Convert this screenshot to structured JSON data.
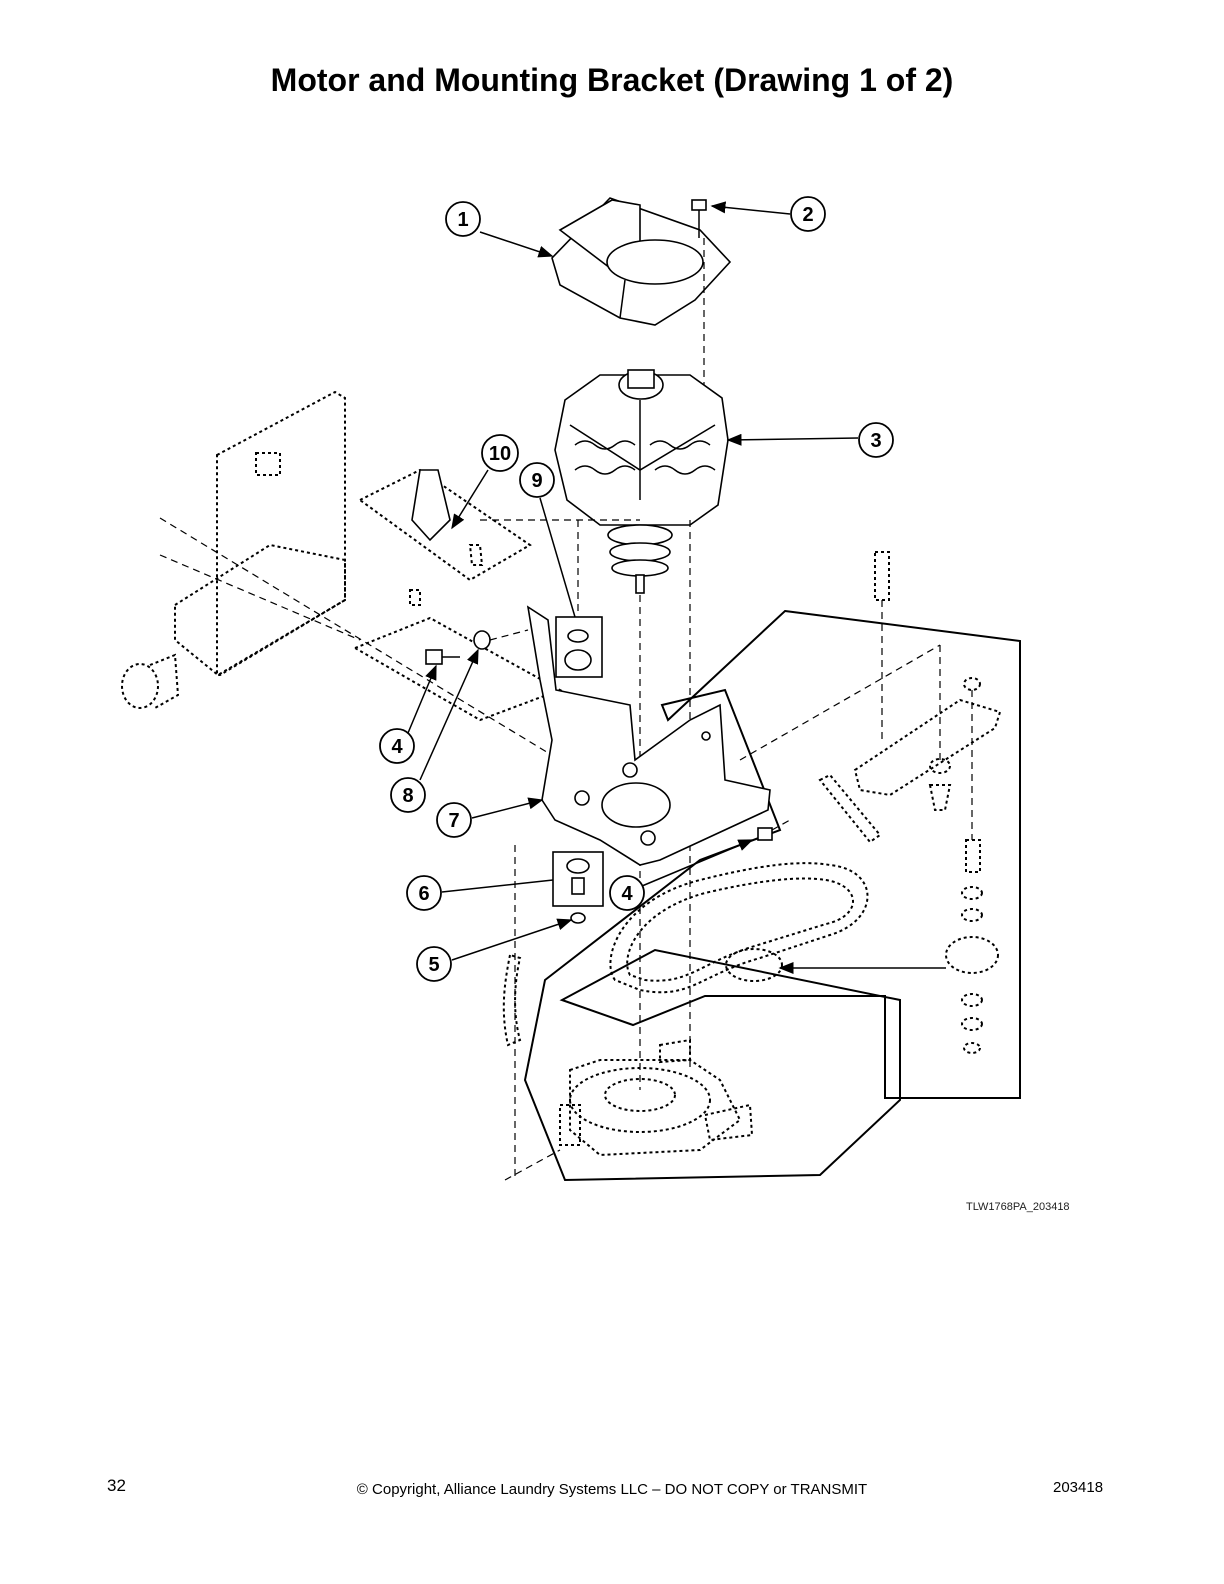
{
  "title": "Motor and Mounting Bracket (Drawing 1 of 2)",
  "callouts": [
    {
      "id": "c1",
      "label": "1"
    },
    {
      "id": "c2",
      "label": "2"
    },
    {
      "id": "c3",
      "label": "3"
    },
    {
      "id": "c4a",
      "label": "4"
    },
    {
      "id": "c4b",
      "label": "4"
    },
    {
      "id": "c5",
      "label": "5"
    },
    {
      "id": "c6",
      "label": "6"
    },
    {
      "id": "c7",
      "label": "7"
    },
    {
      "id": "c8",
      "label": "8"
    },
    {
      "id": "c9",
      "label": "9"
    },
    {
      "id": "c10",
      "label": "10"
    }
  ],
  "drawing_ref": "TLW1768PA_203418",
  "footer": {
    "page_number": "32",
    "copyright": "© Copyright, Alliance Laundry Systems LLC – DO NOT COPY or TRANSMIT",
    "doc_number": "203418"
  }
}
